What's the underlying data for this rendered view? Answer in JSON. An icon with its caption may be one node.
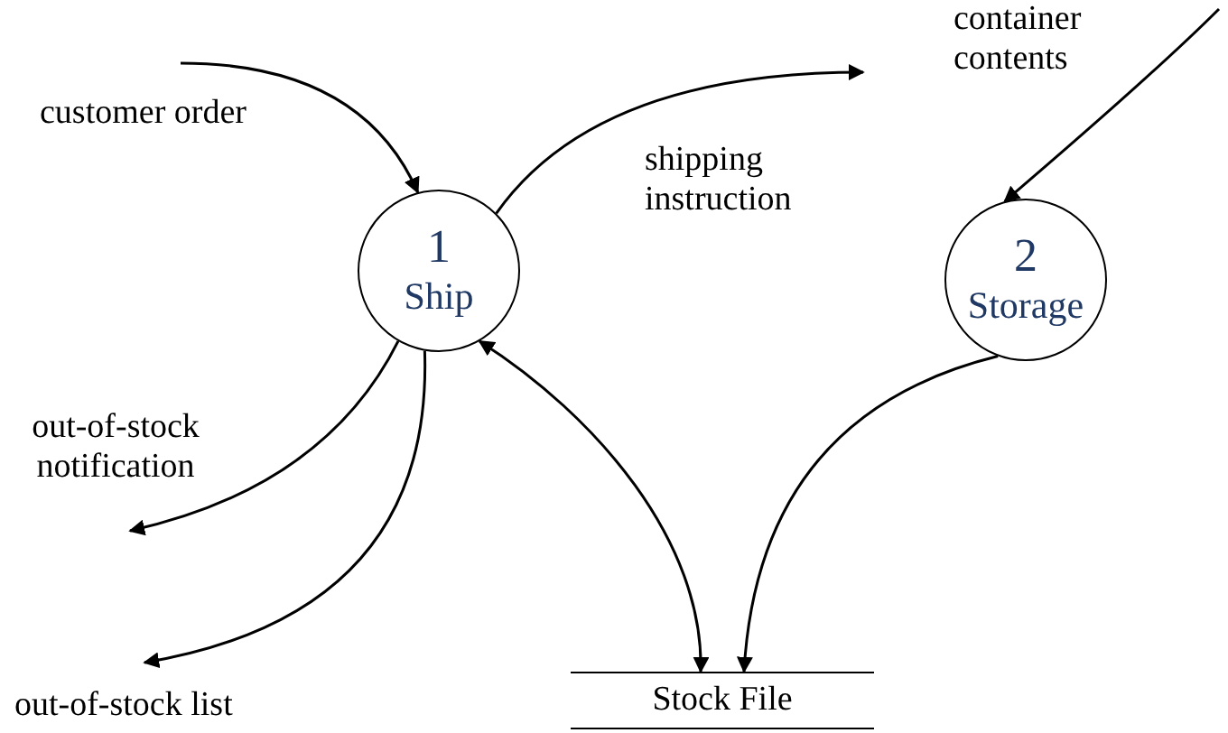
{
  "diagram": {
    "nodes": [
      {
        "text": [
          "1",
          "Ship"
        ]
      },
      {
        "text": [
          "2",
          "Storage"
        ]
      },
      {
        "text": [
          "Stock File"
        ]
      }
    ],
    "edges": [
      {
        "from": null,
        "to": 0,
        "arrow": "to",
        "label": "customer order"
      },
      {
        "from": 0,
        "to": null,
        "arrow": "to",
        "label": "shipping instruction"
      },
      {
        "from": null,
        "to": 1,
        "arrow": "to",
        "label": "container contents"
      },
      {
        "from": 0,
        "to": null,
        "arrow": "to",
        "label": "out-of-stock notification"
      },
      {
        "from": 0,
        "to": null,
        "arrow": "to",
        "label": "out-of-stock list"
      },
      {
        "from": 0,
        "to": 2,
        "arrow": "both"
      },
      {
        "from": 1,
        "to": 2,
        "arrow": "to"
      }
    ]
  }
}
